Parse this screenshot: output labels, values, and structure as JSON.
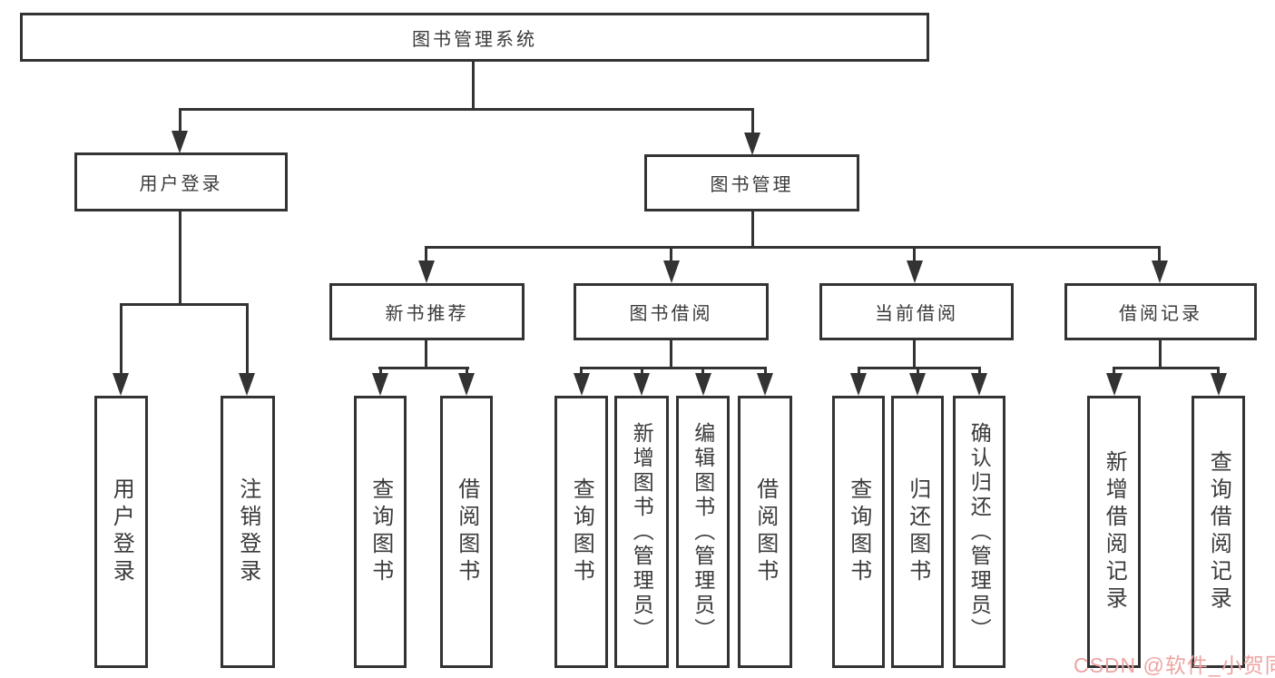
{
  "diagram": {
    "root": {
      "label": "图书管理系统"
    },
    "branches": [
      {
        "label": "用户登录",
        "children": [
          {
            "label": "用户登录"
          },
          {
            "label": "注销登录"
          }
        ]
      },
      {
        "label": "图书管理",
        "children": [
          {
            "label": "新书推荐",
            "children": [
              {
                "label": "查询图书"
              },
              {
                "label": "借阅图书"
              }
            ]
          },
          {
            "label": "图书借阅",
            "children": [
              {
                "label": "查询图书"
              },
              {
                "label": "新增图书（管理员）"
              },
              {
                "label": "编辑图书（管理员）"
              },
              {
                "label": "借阅图书"
              }
            ]
          },
          {
            "label": "当前借阅",
            "children": [
              {
                "label": "查询图书"
              },
              {
                "label": "归还图书"
              },
              {
                "label": "确认归还（管理员）"
              }
            ]
          },
          {
            "label": "借阅记录",
            "children": [
              {
                "label": "新增借阅记录"
              },
              {
                "label": "查询借阅记录"
              }
            ]
          }
        ]
      }
    ]
  },
  "watermark": {
    "text": "CSDN @软件_小贺同学"
  },
  "colors": {
    "line": "#333333",
    "text": "#3a3a3a",
    "watermark": "#eda4a2",
    "bg": "#ffffff"
  }
}
